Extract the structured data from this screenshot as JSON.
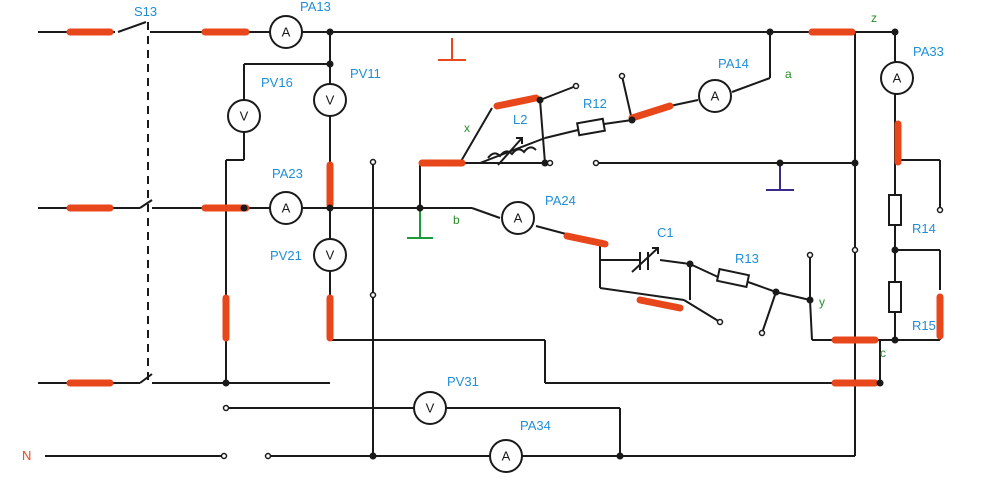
{
  "switch": {
    "label": "S13"
  },
  "ammeters": {
    "pa13": {
      "label": "PA13",
      "symbol": "A"
    },
    "pa23": {
      "label": "PA23",
      "symbol": "A"
    },
    "pa14": {
      "label": "PA14",
      "symbol": "A"
    },
    "pa24": {
      "label": "PA24",
      "symbol": "A"
    },
    "pa33": {
      "label": "PA33",
      "symbol": "A"
    },
    "pa34": {
      "label": "PA34",
      "symbol": "A"
    }
  },
  "voltmeters": {
    "pv16": {
      "label": "PV16",
      "symbol": "V"
    },
    "pv11": {
      "label": "PV11",
      "symbol": "V"
    },
    "pv21": {
      "label": "PV21",
      "symbol": "V"
    },
    "pv31": {
      "label": "PV31",
      "symbol": "V"
    }
  },
  "components": {
    "l2": "L2",
    "r12": "R12",
    "c1": "C1",
    "r13": "R13",
    "r14": "R14",
    "r15": "R15"
  },
  "nodes": {
    "a": "a",
    "b": "b",
    "c": "c",
    "x": "x",
    "y": "y",
    "z": "z",
    "neutral": "N"
  },
  "colors": {
    "wire": "#1a1a1a",
    "fuse": "#e8471c",
    "label": "#1e8fd6",
    "node_label": "#2a8a2a",
    "ground_orange": "#e8471c",
    "ground_green": "#1a9a3a",
    "ground_purple": "#3a2a8a"
  }
}
